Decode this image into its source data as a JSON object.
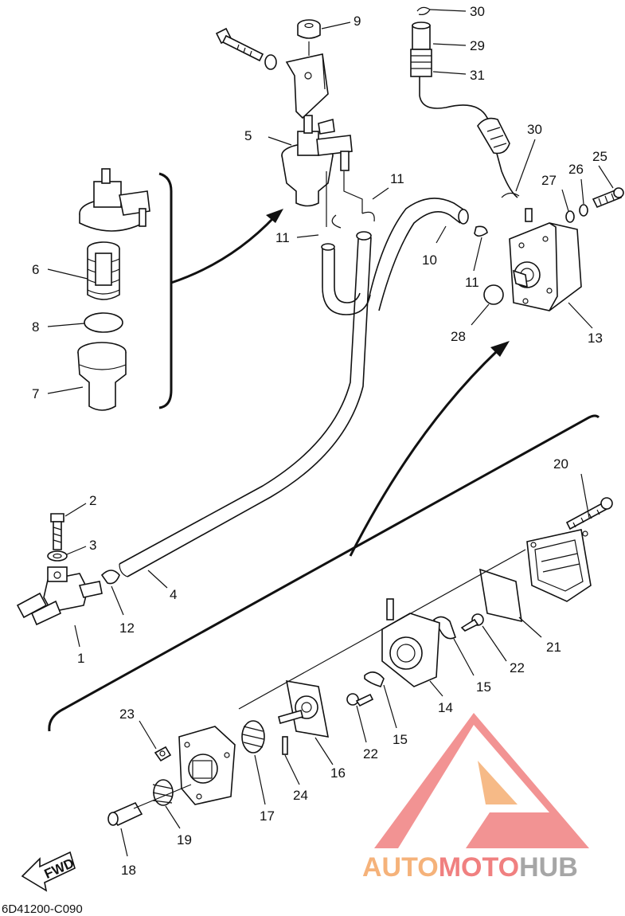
{
  "diagram": {
    "code": "6D41200-C090",
    "fwd_label": "FWD",
    "callouts": {
      "c1": "1",
      "c2": "2",
      "c3": "3",
      "c4": "4",
      "c5": "5",
      "c6": "6",
      "c7": "7",
      "c8": "8",
      "c9": "9",
      "c10": "10",
      "c11a": "11",
      "c11b": "11",
      "c11c": "11",
      "c12": "12",
      "c13": "13",
      "c14": "14",
      "c15a": "15",
      "c15b": "15",
      "c16": "16",
      "c17": "17",
      "c18": "18",
      "c19": "19",
      "c20": "20",
      "c21": "21",
      "c22a": "22",
      "c22b": "22",
      "c23": "23",
      "c24": "24",
      "c25": "25",
      "c26": "26",
      "c27": "27",
      "c28": "28",
      "c29": "29",
      "c30a": "30",
      "c30b": "30",
      "c31": "31"
    }
  },
  "watermark": {
    "part1": "AUTO",
    "part2": "MOTO",
    "part3": "HUB",
    "color_red": "#f08080",
    "color_orange": "#f5b27a",
    "color_gray": "#a6a6a6"
  }
}
